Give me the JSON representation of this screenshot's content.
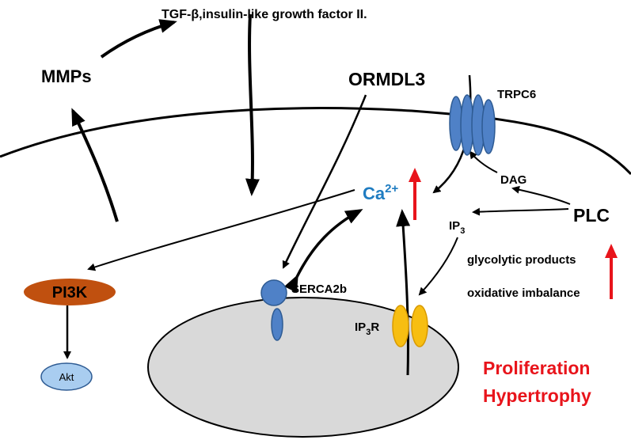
{
  "labels": {
    "tgf": "TGF-β,insulin-like growth factor II.",
    "mmps": "MMPs",
    "ormdl3": "ORMDL3",
    "trpc6": "TRPC6",
    "ca_base": "Ca",
    "ca_sup": "2+",
    "dag": "DAG",
    "plc": "PLC",
    "ip3_base": "IP",
    "ip3_sub": "3",
    "pi3k": "PI3K",
    "akt": "Akt",
    "serca": "SERCA2b",
    "ip3r_base": "IP",
    "ip3r_sub": "3",
    "ip3r_end": "R",
    "glycolytic": "glycolytic products",
    "oxidative": "oxidative imbalance",
    "proliferation": "Proliferation",
    "hypertrophy": "Hypertrophy"
  },
  "colors": {
    "ca": "#1f7cc1",
    "red": "#e8141b",
    "pi3k": "#c0500f",
    "channel_blue": "#4f81c7",
    "ip3r_yellow": "#f7be12",
    "nucleus": "#d9d9d9",
    "akt": "#a9cdf0"
  }
}
